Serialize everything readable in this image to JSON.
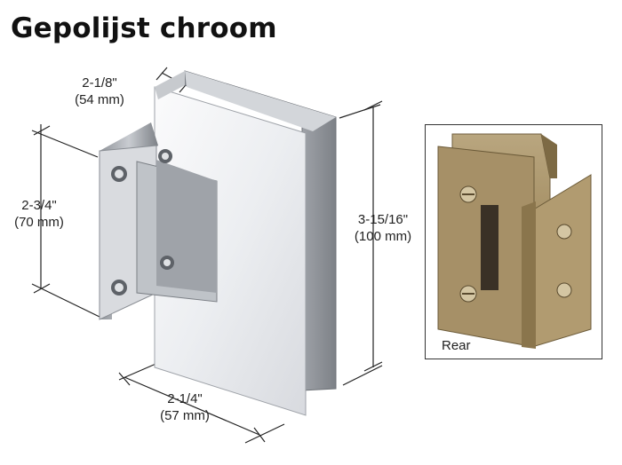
{
  "title": "Gepolijst chroom",
  "dimensions": {
    "top_width": {
      "imperial": "2-1/8\"",
      "metric": "(54 mm)"
    },
    "mount_height": {
      "imperial": "2-3/4\"",
      "metric": "(70 mm)"
    },
    "overall_height": {
      "imperial": "3-15/16\"",
      "metric": "(100 mm)"
    },
    "bottom_width": {
      "imperial": "2-1/4\"",
      "metric": "(57 mm)"
    }
  },
  "rear_view": {
    "label": "Rear"
  },
  "colors": {
    "chrome": "#e6e7ea",
    "brass": "#a48e63"
  }
}
